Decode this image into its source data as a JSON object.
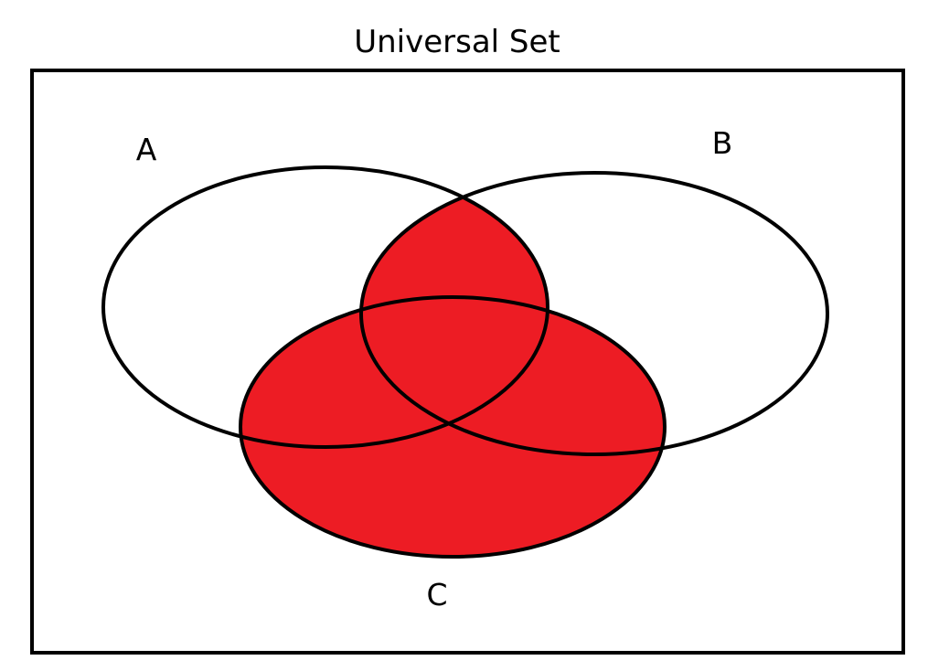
{
  "diagram": {
    "title": "Universal Set",
    "sets": [
      {
        "name": "A"
      },
      {
        "name": "B"
      },
      {
        "name": "C"
      }
    ],
    "shaded_regions": [
      "A∩B",
      "C"
    ],
    "colors": {
      "shade": "#ed1c24",
      "stroke": "#000000",
      "background": "#ffffff"
    }
  }
}
